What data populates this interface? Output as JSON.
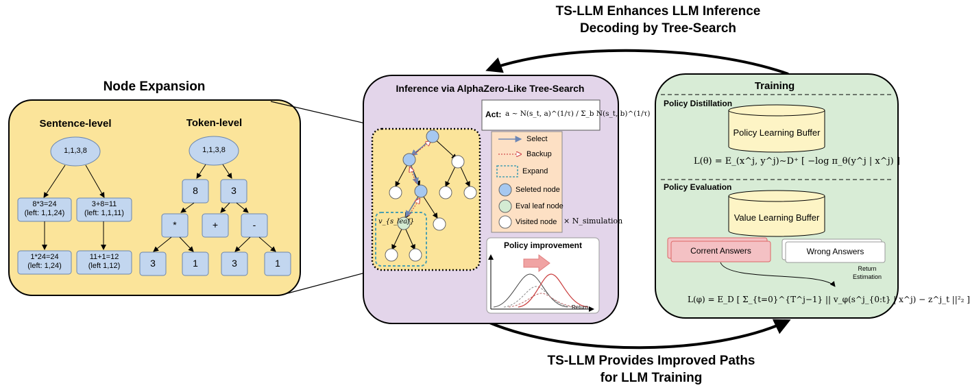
{
  "top_heading": {
    "line1": "TS-LLM Enhances LLM Inference",
    "line2": "Decoding by Tree-Search"
  },
  "bottom_heading": {
    "line1": "TS-LLM Provides Improved Paths",
    "line2": "for LLM Training"
  },
  "node_expansion": {
    "title": "Node Expansion",
    "sentence_level": {
      "label": "Sentence-level",
      "root": "1,1,3,8",
      "mid_left": [
        "8*3=24",
        "(left: 1,1,24)"
      ],
      "mid_right": [
        "3+8=11",
        "(left: 1,1,11)"
      ],
      "bottom_left": [
        "1*24=24",
        "(left: 1,24)"
      ],
      "bottom_right": [
        "11+1=12",
        "(left 1,12)"
      ]
    },
    "token_level": {
      "label": "Token-level",
      "root": "1,1,3,8",
      "level1": [
        "8",
        "3"
      ],
      "level2": [
        "*",
        "+",
        "-"
      ],
      "level3": [
        "3",
        "1",
        "3",
        "1"
      ]
    }
  },
  "inference": {
    "title": "Inference via AlphaZero-Like Tree-Search",
    "act_label": "Act:",
    "act_formula": "a ~ N(s_t, a)^(1/τ) / Σ_b N(s_t, b)^(1/τ)",
    "leaf_label": "v_{s_leaf}",
    "legend": {
      "select": "Select",
      "backup": "Backup",
      "expand": "Expand",
      "selected_node": "Seleted node",
      "eval_leaf": "Eval leaf node",
      "visited": "Visited node",
      "multiplier": "× N_simulation"
    },
    "policy_improvement": {
      "title": "Policy improvement",
      "xlabel": "Return"
    }
  },
  "training": {
    "title": "Training",
    "distillation": {
      "label": "Policy Distillation",
      "buffer": "Policy Learning Buffer",
      "loss": "L(θ) = E_(x^j, y^j)∼D⁺ [ −log π_θ(y^j | x^j) ]"
    },
    "evaluation": {
      "label": "Policy Evaluation",
      "buffer": "Value Learning Buffer",
      "correct": "Corrent Answers",
      "wrong": "Wrong Answers",
      "return_estimation": [
        "Return",
        "Estimation"
      ],
      "loss": "L(φ) = E_D [ Σ_{t=0}^{T^j−1} || v_φ(s^j_{0:t} | x^j) − z^j_t ||²₂ ]"
    }
  },
  "colors": {
    "yellow_panel": "#fbe49a",
    "purple_panel": "#e3d5ea",
    "green_panel": "#d8ecd6",
    "node_blue": "#c2d6ef",
    "selected_node": "#a6c8f0",
    "eval_leaf": "#d4ebd3",
    "legend_box": "#fde0c4",
    "correct_answers": "#f4c1c4"
  }
}
